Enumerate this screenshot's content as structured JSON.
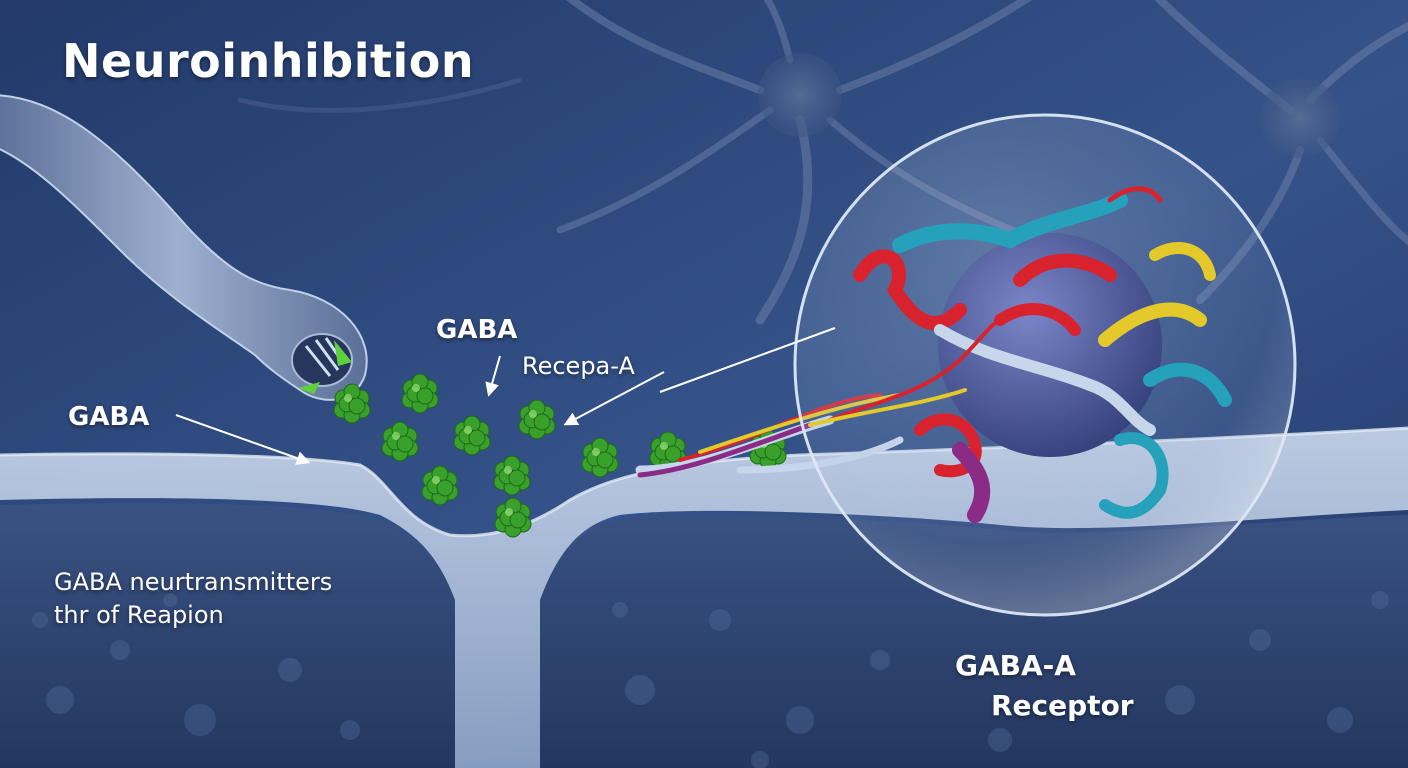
{
  "title": "Neuroinhibition",
  "labels": {
    "gaba_left": "GABA",
    "gaba_top": "GABA",
    "recepa": "Recepa-A",
    "caption_line1": "GABA neurtransmitters",
    "caption_line2": "thr of Reapion",
    "receptor_line1": "GABA-A",
    "receptor_line2": "Receptor"
  },
  "colors": {
    "background": "#2b4577",
    "membrane": "#a9bdd9",
    "gaba_molecule": "#3aa02c",
    "helix_red": "#d8232f",
    "helix_teal": "#26a1bb",
    "helix_yellow": "#e3c92a",
    "helix_purple": "#8b2b86"
  }
}
